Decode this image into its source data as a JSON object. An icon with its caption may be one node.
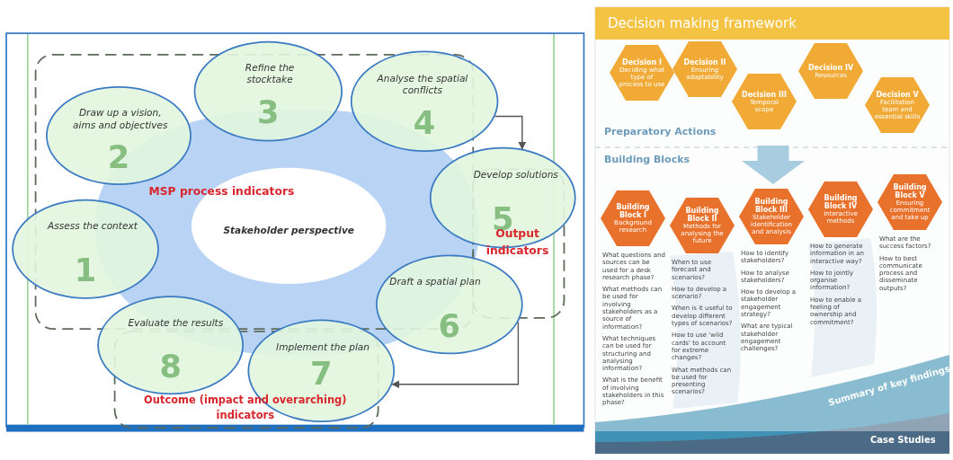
{
  "diagram": {
    "nodes": [
      {
        "text": [
          "Assess the context",
          "1"
        ]
      },
      {
        "text": [
          "Draw up a vision, aims and objectives",
          "2"
        ]
      },
      {
        "text": [
          "Refine the stocktake",
          "3"
        ]
      },
      {
        "text": [
          "Analyse the spatial conflicts",
          "4"
        ]
      },
      {
        "text": [
          "Develop solutions",
          "5"
        ]
      },
      {
        "text": [
          "Draft a spatial plan",
          "6"
        ]
      },
      {
        "text": [
          "Implement the plan",
          "7"
        ]
      },
      {
        "text": [
          "Evaluate the results",
          "8"
        ]
      },
      {
        "text": [
          "Stakeholder perspective"
        ]
      },
      {
        "text": [
          "Preparatory Actions"
        ]
      },
      {
        "text": [
          "Decision I",
          "Deciding what type of process to use"
        ],
        "in": 9
      },
      {
        "text": [
          "Decision II",
          "Ensuring adaptability"
        ],
        "in": 9
      },
      {
        "text": [
          "Decision III",
          "Temporal scope"
        ],
        "in": 9
      },
      {
        "text": [
          "Decision IV",
          "Resources"
        ],
        "in": 9
      },
      {
        "text": [
          "Decision V",
          "Facilitation team and essential skills"
        ],
        "in": 9
      },
      {
        "text": [
          "Building Blocks"
        ]
      },
      {
        "text": [
          "Building Block I",
          "Background research"
        ],
        "in": 15,
        "beside": [
          "What questions and sources can be used for a desk research phase?",
          "What methods can be used for involving stakeholders as a source of information?",
          "What techniques can be used for structuring and analysing information?",
          "What is the benefit of involving stakeholders in this phase?"
        ]
      },
      {
        "text": [
          "Building Block II",
          "Methods for analysing the future"
        ],
        "in": 15,
        "beside": [
          "When to use forecast and scenarios?",
          "How to develop a scenario?",
          "When is it useful to develop different types of scenarios?",
          "How to use 'wild cards' to account for extreme changes?",
          "What methods can be used for presenting scenarios?"
        ]
      },
      {
        "text": [
          "Building Block III",
          "Stakeholder identification and analysis"
        ],
        "in": 15,
        "beside": [
          "How to identify stakeholders?",
          "How to analyse stakeholders?",
          "How to develop a stakeholder engagement strategy?",
          "What are typical stakeholder engagement challenges?"
        ]
      },
      {
        "text": [
          "Building Block IV",
          "Interactive methods"
        ],
        "in": 15,
        "beside": [
          "How to generate information in an interactive way?",
          "How to jointly organise information?",
          "How to enable a feeling of ownership and commitment?"
        ]
      },
      {
        "text": [
          "Building Block V",
          "Ensuring commitment and take up"
        ],
        "in": 15,
        "beside": [
          "What are the success factors?",
          "How to best communicate process and disseminate outputs?"
        ]
      }
    ],
    "edges": [
      {
        "from": 3,
        "to": 4,
        "arrow": "to"
      },
      {
        "from": 5,
        "to": 6,
        "arrow": "to"
      },
      {
        "from": 9,
        "to": 15,
        "arrow": "to",
        "style": "thick",
        "color": "#a9cde0"
      }
    ],
    "labels": [
      "MSP process indicators",
      "Output indicators",
      "Outcome (impact and overarching) indicators",
      "Decision making framework",
      "Summary of key findings",
      "Case Studies"
    ]
  }
}
